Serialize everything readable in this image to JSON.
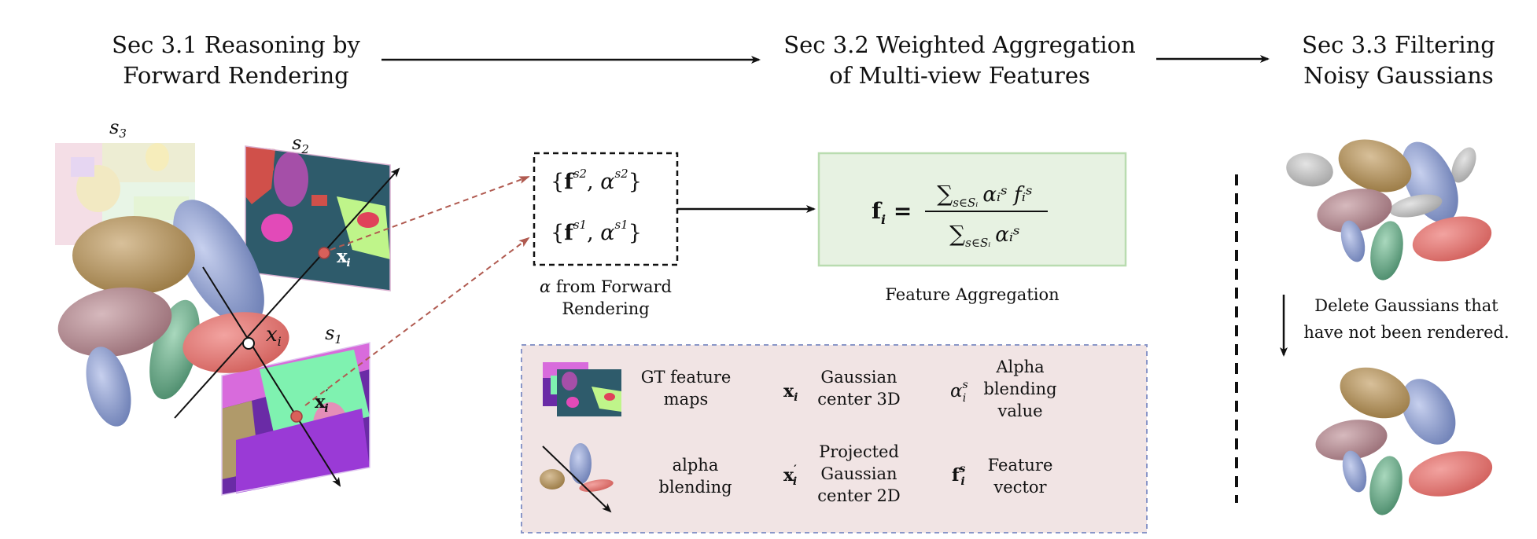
{
  "sections": {
    "s31": {
      "line1": "Sec 3.1 Reasoning by",
      "line2": "Forward Rendering"
    },
    "s32": {
      "line1": "Sec 3.2 Weighted Aggregation",
      "line2": "of Multi-view Features"
    },
    "s33": {
      "line1": "Sec 3.3 Filtering",
      "line2": "Noisy Gaussians"
    }
  },
  "views": {
    "s1": "s",
    "s1_sub": "1",
    "s2": "s",
    "s2_sub": "2",
    "s3": "s",
    "s3_sub": "3"
  },
  "points": {
    "xi": "x",
    "xi_sub": "i",
    "xprime": "x",
    "xprime_sup": "′",
    "xprime_sub": "i"
  },
  "set_box": {
    "row1": {
      "f": "f",
      "sup": "s2",
      "alpha": "α"
    },
    "row2": {
      "f": "f",
      "sup": "s1",
      "alpha": "α"
    },
    "caption_alpha": "α",
    "caption_line1": " from Forward",
    "caption_line2": "Rendering"
  },
  "aggregation": {
    "lhs": "f",
    "lhs_sub": "i",
    "numerator": "∑",
    "numerator_sub": "s∈Sᵢ",
    "numerator_term": "αᵢˢ fᵢˢ",
    "denominator": "∑",
    "denominator_sub": "s∈Sᵢ",
    "denominator_term": "αᵢˢ",
    "caption": "Feature Aggregation"
  },
  "legend": {
    "gt_maps_line1": "GT feature",
    "gt_maps_line2": "maps",
    "xi_sym": "x",
    "xi_sub": "i",
    "xi_line1": "Gaussian",
    "xi_line2": "center 3D",
    "alpha_sym": "α",
    "alpha_sup": "s",
    "alpha_sub": "i",
    "alpha_line1": "Alpha",
    "alpha_line2": "blending",
    "alpha_line3": "value",
    "blend_line1": "alpha",
    "blend_line2": "blending",
    "xp_sym": "x",
    "xp_sup": "′",
    "xp_sub": "i",
    "xp_line1": "Projected",
    "xp_line2": "Gaussian",
    "xp_line3": "center 2D",
    "f_sym": "f",
    "f_sup": "s",
    "f_sub": "i",
    "f_line1": "Feature",
    "f_line2": "vector"
  },
  "filter": {
    "line1": "Delete Gaussians that",
    "line2": "have not been rendered."
  },
  "colors": {
    "gold": "#a9874f",
    "mauve": "#a97f87",
    "blue": "#7f8fbf",
    "green": "#5f9f7f",
    "red": "#e06f6c",
    "grey": "#b9b9b9",
    "green_box": "#e7f2e2",
    "legend_bg": "#f1e4e4",
    "dashed_red": "#b05a50"
  }
}
